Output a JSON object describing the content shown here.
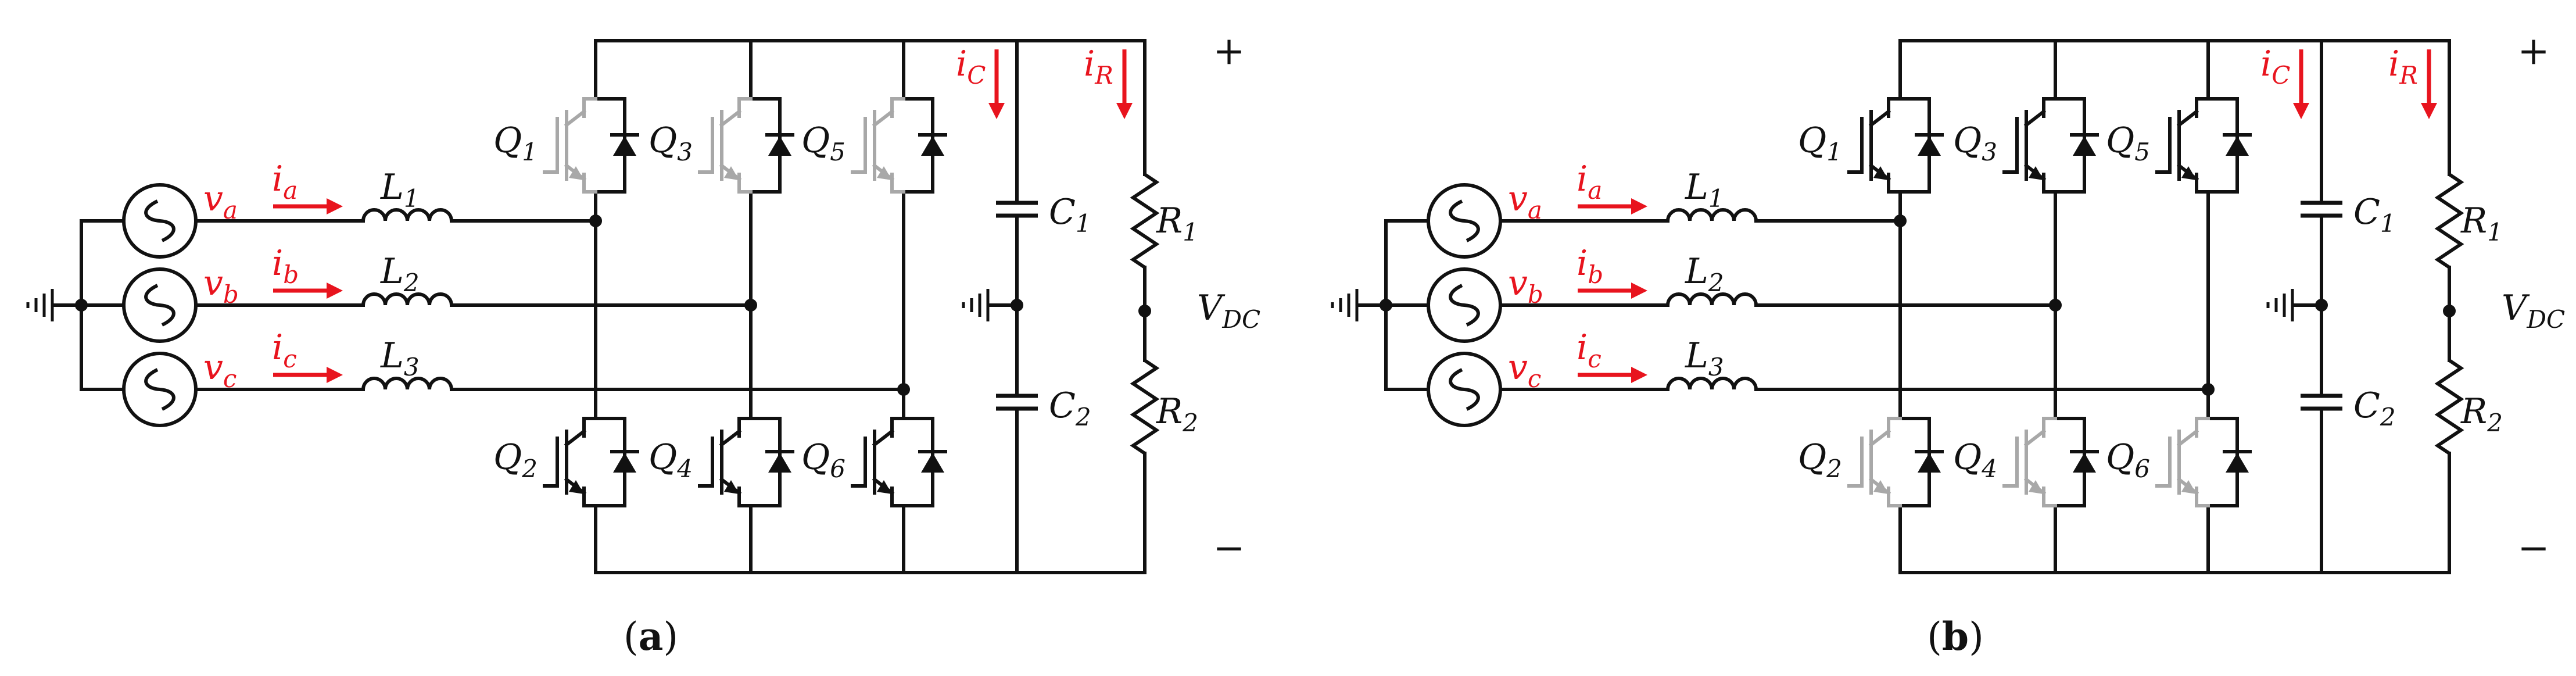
{
  "panels": [
    {
      "id": "a",
      "caption": "a",
      "sources": [
        {
          "v": "v",
          "vsub": "a",
          "i": "i",
          "isub": "a",
          "L": "L",
          "Lsub": "1"
        },
        {
          "v": "v",
          "vsub": "b",
          "i": "i",
          "isub": "b",
          "L": "L",
          "Lsub": "2"
        },
        {
          "v": "v",
          "vsub": "c",
          "i": "i",
          "isub": "c",
          "L": "L",
          "Lsub": "3"
        }
      ],
      "switches": [
        {
          "name": "Q",
          "sub": "1",
          "active": false
        },
        {
          "name": "Q",
          "sub": "3",
          "active": false
        },
        {
          "name": "Q",
          "sub": "5",
          "active": false
        },
        {
          "name": "Q",
          "sub": "2",
          "active": true
        },
        {
          "name": "Q",
          "sub": "4",
          "active": true
        },
        {
          "name": "Q",
          "sub": "6",
          "active": true
        }
      ]
    },
    {
      "id": "b",
      "caption": "b",
      "sources": [
        {
          "v": "v",
          "vsub": "a",
          "i": "i",
          "isub": "a",
          "L": "L",
          "Lsub": "1"
        },
        {
          "v": "v",
          "vsub": "b",
          "i": "i",
          "isub": "b",
          "L": "L",
          "Lsub": "2"
        },
        {
          "v": "v",
          "vsub": "c",
          "i": "i",
          "isub": "c",
          "L": "L",
          "Lsub": "3"
        }
      ],
      "switches": [
        {
          "name": "Q",
          "sub": "1",
          "active": true
        },
        {
          "name": "Q",
          "sub": "3",
          "active": true
        },
        {
          "name": "Q",
          "sub": "5",
          "active": true
        },
        {
          "name": "Q",
          "sub": "2",
          "active": false
        },
        {
          "name": "Q",
          "sub": "4",
          "active": false
        },
        {
          "name": "Q",
          "sub": "6",
          "active": false
        }
      ]
    }
  ],
  "dc_side": {
    "cap_current": {
      "name": "i",
      "sub": "C"
    },
    "res_current": {
      "name": "i",
      "sub": "R"
    },
    "capacitors": [
      {
        "name": "C",
        "sub": "1"
      },
      {
        "name": "C",
        "sub": "2"
      }
    ],
    "resistors": [
      {
        "name": "R",
        "sub": "1"
      },
      {
        "name": "R",
        "sub": "2"
      }
    ],
    "vdc": {
      "name": "V",
      "sub": "DC"
    },
    "plus": "+",
    "minus": "−"
  },
  "colors": {
    "wire": "#111111",
    "current": "#e8141e",
    "inactive": "#a8a8a8"
  }
}
